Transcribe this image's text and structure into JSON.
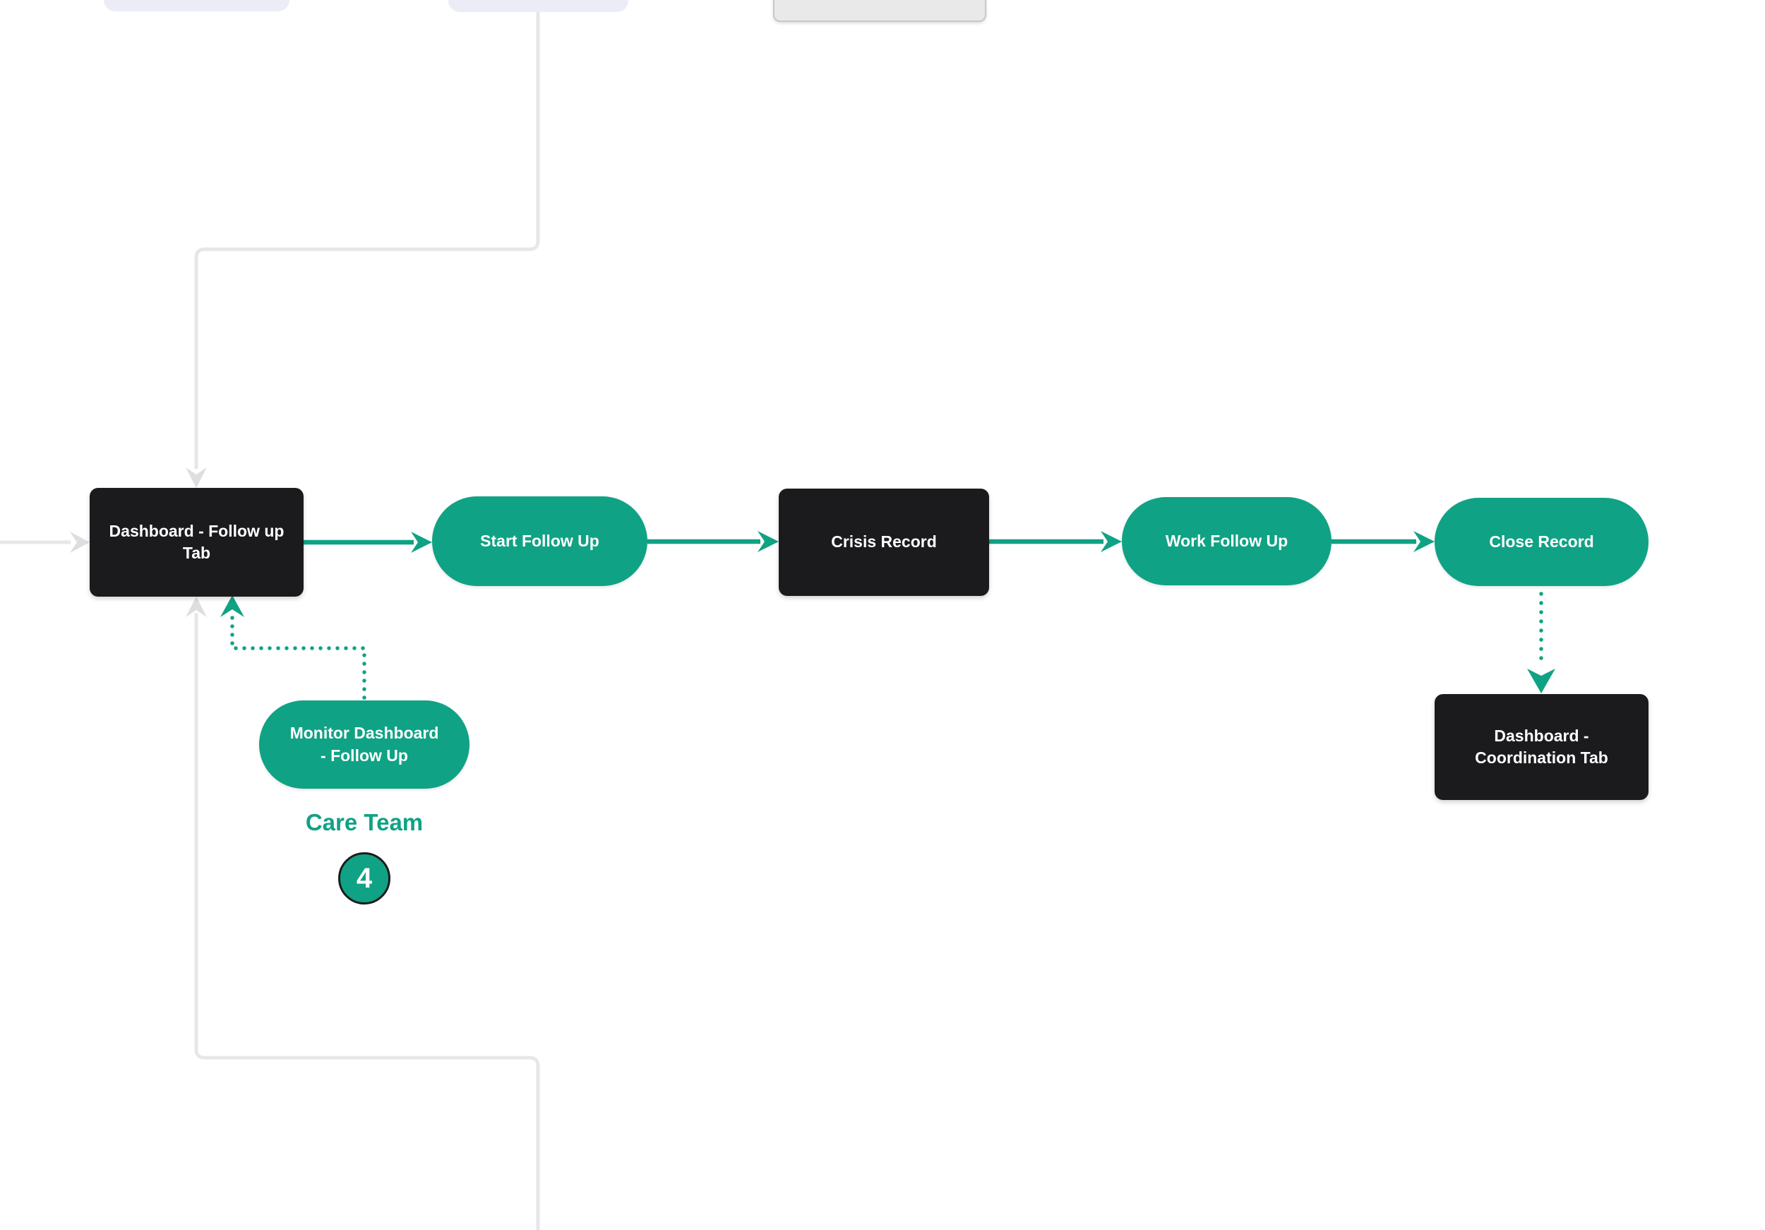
{
  "diagram_type": "workflow-flowchart",
  "colors": {
    "teal": "#10A284",
    "dark_node": "#1B1B1D",
    "gray_edge": "#E7E7E9",
    "gray_arrowhead": "#DEDEE0",
    "lavender_partial": "#ECECF6",
    "gray_partial_fill": "#E9E9EA",
    "gray_partial_border": "#C8C8CA",
    "background": "#FFFFFF",
    "node_text": "#FFFFFF"
  },
  "nodes": {
    "dashboard_follow_up": {
      "label": "Dashboard - Follow up Tab"
    },
    "start_follow_up": {
      "label": "Start Follow Up"
    },
    "crisis_record": {
      "label": "Crisis Record"
    },
    "work_follow_up": {
      "label": "Work Follow Up"
    },
    "close_record": {
      "label": "Close Record"
    },
    "dashboard_coordination": {
      "label": "Dashboard - Coordination Tab"
    },
    "monitor_dashboard": {
      "label": "Monitor Dashboard - Follow Up"
    }
  },
  "lane": {
    "label": "Care Team",
    "count": "4"
  },
  "edges": [
    {
      "from": "off-canvas-left",
      "to": "Dashboard - Follow up Tab",
      "style": "solid-gray-arrow"
    },
    {
      "from": "off-canvas-top",
      "to": "Dashboard - Follow up Tab",
      "style": "solid-gray-arrow"
    },
    {
      "from": "off-canvas-bottom",
      "to": "Dashboard - Follow up Tab",
      "style": "solid-gray-arrow"
    },
    {
      "from": "Dashboard - Follow up Tab",
      "to": "Start Follow Up",
      "style": "solid-teal-arrow"
    },
    {
      "from": "Start Follow Up",
      "to": "Crisis Record",
      "style": "solid-teal-arrow"
    },
    {
      "from": "Crisis Record",
      "to": "Work Follow Up",
      "style": "solid-teal-arrow"
    },
    {
      "from": "Work Follow Up",
      "to": "Close Record",
      "style": "solid-teal-arrow"
    },
    {
      "from": "Close Record",
      "to": "Dashboard - Coordination Tab",
      "style": "dotted-teal-arrow"
    },
    {
      "from": "Monitor Dashboard - Follow Up",
      "to": "Dashboard - Follow up Tab",
      "style": "dotted-teal-arrow"
    }
  ]
}
